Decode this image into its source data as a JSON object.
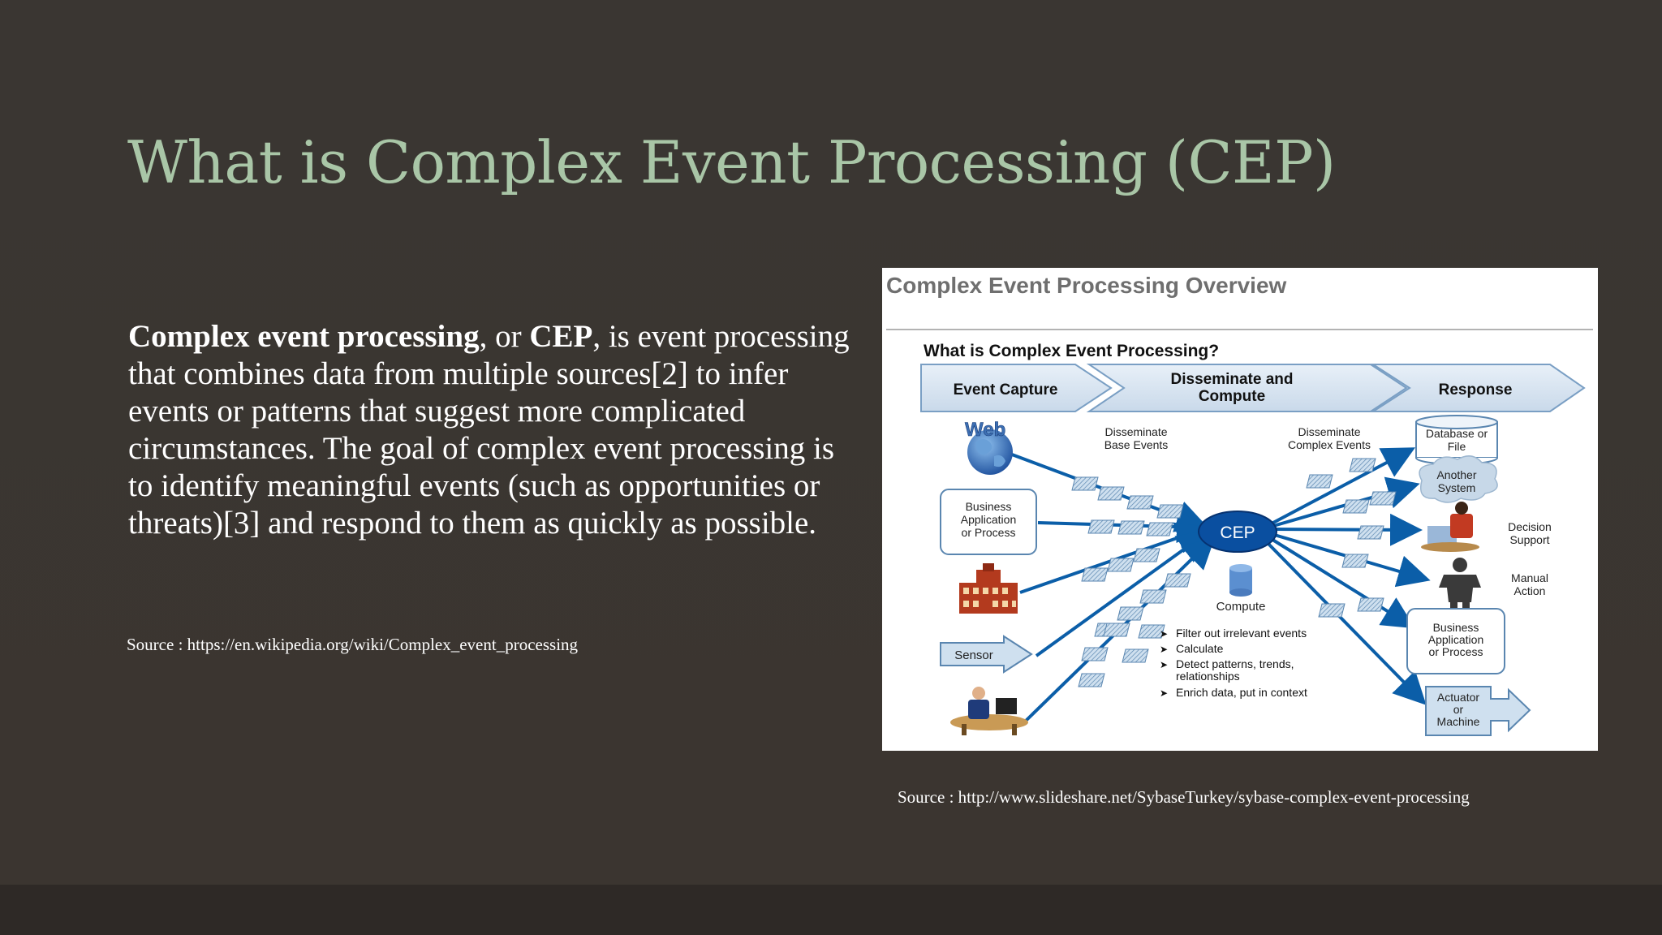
{
  "slide": {
    "title": "What is Complex Event Processing (CEP)",
    "body": {
      "term1": "Complex event processing",
      "sep1": ", or ",
      "term2": "CEP",
      "rest": ", is event processing that combines data from multiple sources[2] to infer events or patterns that suggest more complicated circumstances. The goal of complex event processing is to identify meaningful events (such as opportunities or threats)[3] and respond to them as quickly as possible."
    },
    "source_text": "Source : https://en.wikipedia.org/wiki/Complex_event_processing",
    "figure_source_text": "Source : http://www.slideshare.net/SybaseTurkey/sybase-complex-event-processing"
  },
  "diagram": {
    "heading": "Complex Event Processing Overview",
    "question": "What is Complex Event Processing?",
    "stage1": "Event Capture",
    "stage2_line1": "Disseminate and",
    "stage2_line2": "Compute",
    "stage3": "Response",
    "web_label": "Web",
    "bap_left": [
      "Business",
      "Application",
      "or Process"
    ],
    "sensor": "Sensor",
    "dissem_base": [
      "Disseminate",
      "Base Events"
    ],
    "dissem_complex": [
      "Disseminate",
      "Complex Events"
    ],
    "cep": "CEP",
    "compute": "Compute",
    "compute_list": [
      "Filter out irrelevant events",
      "Calculate",
      "Detect patterns, trends,",
      "relationships",
      "Enrich data, put in context"
    ],
    "db": [
      "Database or",
      "File"
    ],
    "another": [
      "Another",
      "System"
    ],
    "decision": [
      "Decision",
      "Support"
    ],
    "manual": [
      "Manual",
      "Action"
    ],
    "bap_right": [
      "Business",
      "Application",
      "or Process"
    ],
    "actuator": [
      "Actuator",
      "or",
      "Machine"
    ],
    "colors": {
      "accent": "#0b5ea8",
      "cep_fill": "#0a4fa0",
      "title_green": "#a9c6a7"
    }
  }
}
